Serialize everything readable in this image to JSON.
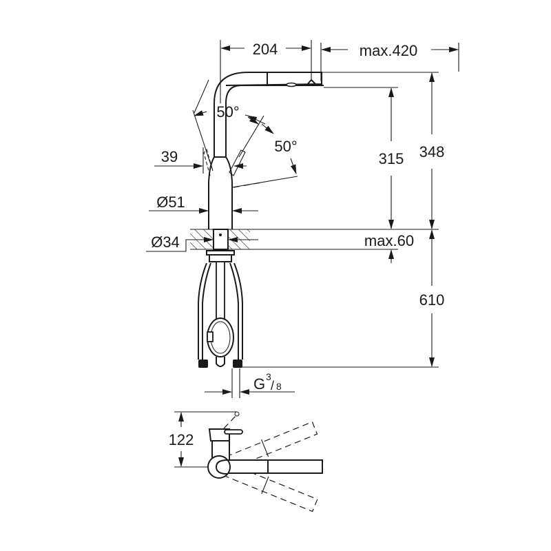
{
  "drawing": {
    "dimensions": {
      "spout_reach": "204",
      "pullout_reach": "max.420",
      "swivel_angle_left": "50°",
      "swivel_angle_right": "50°",
      "lever_offset": "39",
      "spout_height": "315",
      "total_height": "348",
      "body_diameter": "Ø51",
      "hole_diameter": "Ø34",
      "counter_thickness": "max.60",
      "hose_length": "610",
      "connection_thread_prefix": "G",
      "connection_thread_num": "3",
      "connection_thread_den": "8",
      "plan_depth": "122"
    },
    "line_color": "#1a1a1a"
  }
}
